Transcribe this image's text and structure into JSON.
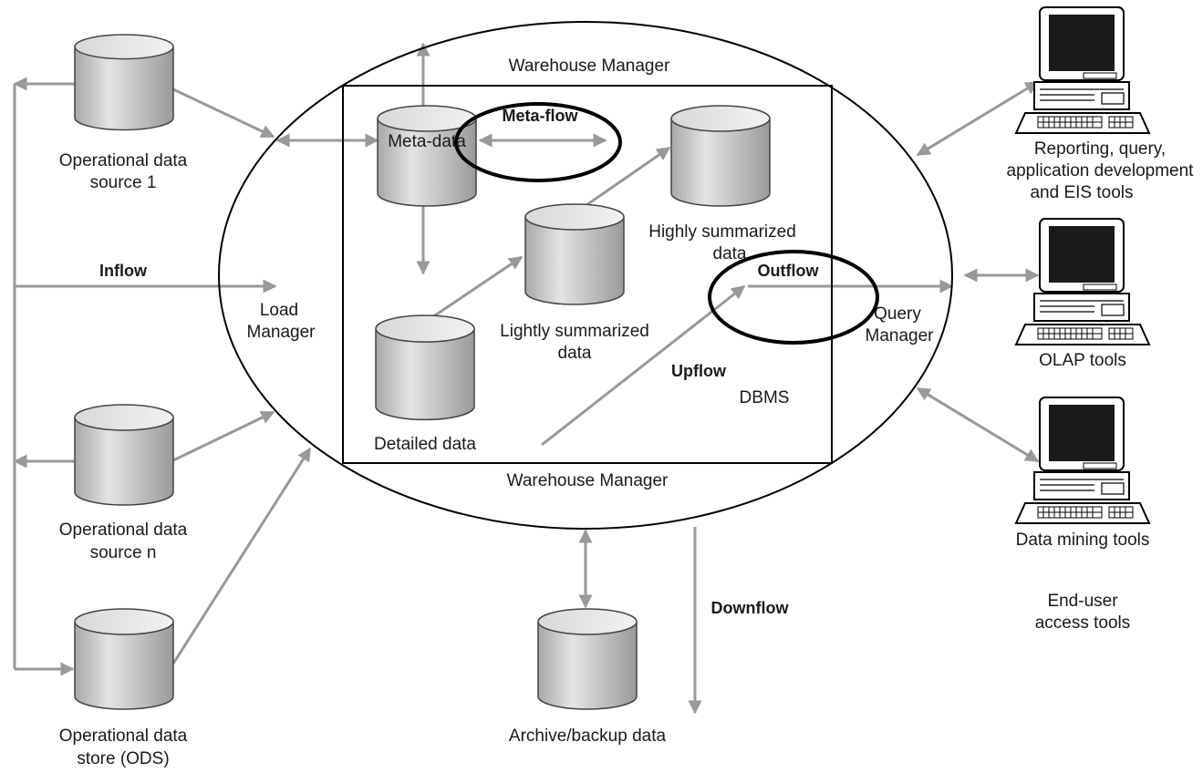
{
  "manager_labels": {
    "warehouse_top": "Warehouse Manager",
    "warehouse_bottom": "Warehouse Manager",
    "load": [
      "Load",
      "Manager"
    ],
    "query": [
      "Query",
      "Manager"
    ],
    "dbms": "DBMS"
  },
  "sources": {
    "source1": [
      "Operational data",
      "source 1"
    ],
    "source_n": [
      "Operational data",
      "source n"
    ],
    "ods": [
      "Operational data",
      "store (ODS)"
    ]
  },
  "stores": {
    "meta_data": "Meta-data",
    "highly_summarized": [
      "Highly summarized",
      "data"
    ],
    "lightly_summarized": [
      "Lightly summarized",
      "data"
    ],
    "detailed": "Detailed data",
    "archive": "Archive/backup data"
  },
  "flows": {
    "inflow": "Inflow",
    "upflow": "Upflow",
    "downflow": "Downflow",
    "outflow": "Outflow",
    "metaflow": "Meta-flow"
  },
  "tools": {
    "reporting": [
      "Reporting, query,",
      "application development",
      "and EIS tools"
    ],
    "olap": "OLAP tools",
    "mining": "Data mining tools",
    "caption": [
      "End-user",
      "access tools"
    ]
  },
  "colors": {
    "arrow": "#999999",
    "cylinder_fill": "#cfcfcf",
    "outline": "#000000"
  },
  "icons": [
    "database-cylinder-icon",
    "computer-terminal-icon"
  ]
}
